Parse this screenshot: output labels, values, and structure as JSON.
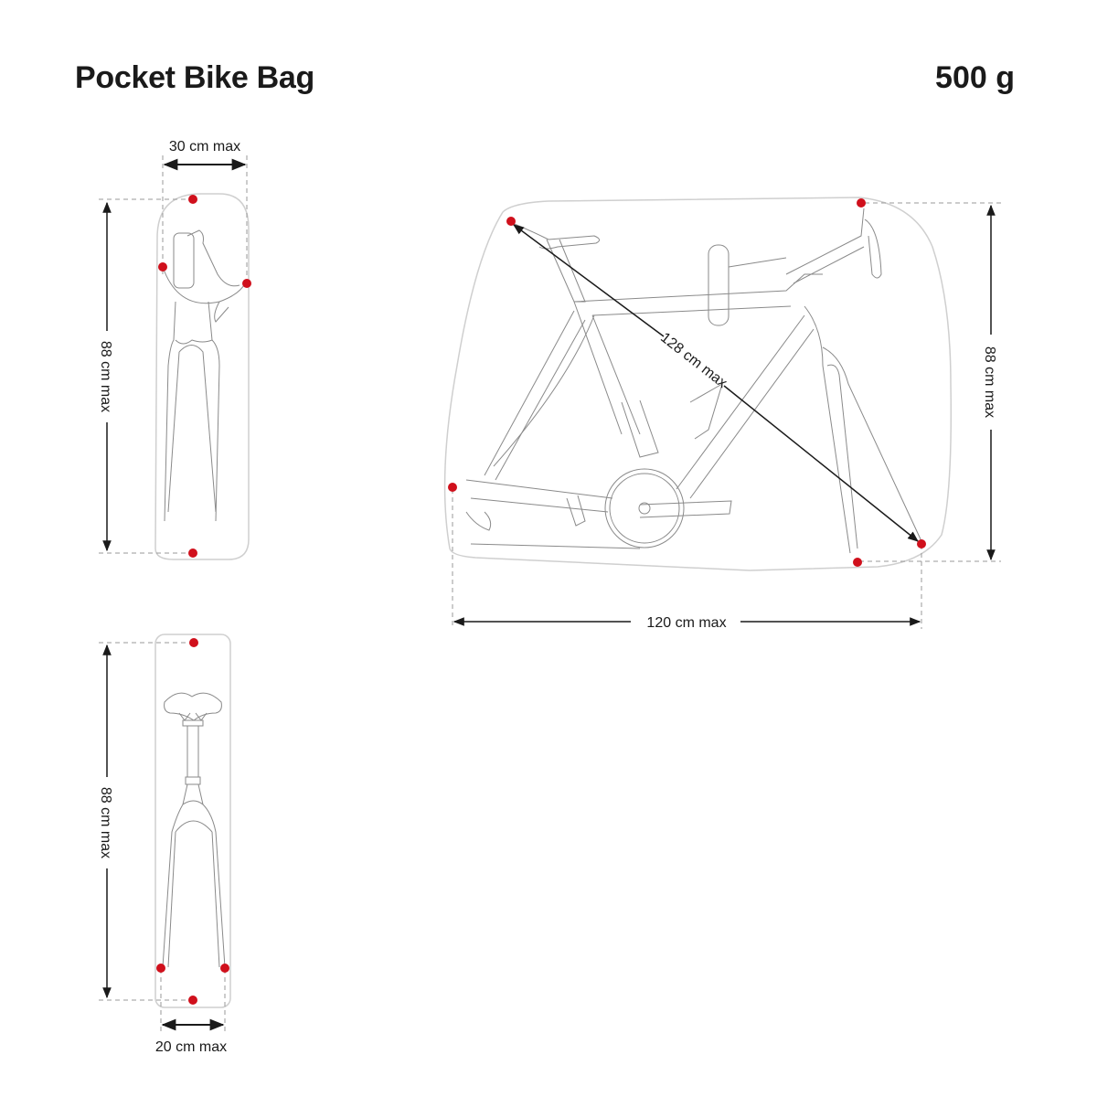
{
  "header": {
    "title": "Pocket Bike Bag",
    "weight": "500 g"
  },
  "views": {
    "front_top": {
      "width_label": "30 cm max",
      "height_label": "88 cm max"
    },
    "side": {
      "diagonal_label": "128 cm max",
      "height_label": "88 cm max",
      "length_label": "120 cm max"
    },
    "front_bottom": {
      "width_label": "20 cm max",
      "height_label": "88 cm max"
    }
  },
  "colors": {
    "marker": "#d0101c",
    "outline": "#c8c8c8",
    "dimension_line": "#1a1a1a",
    "drawing": "#888888"
  }
}
